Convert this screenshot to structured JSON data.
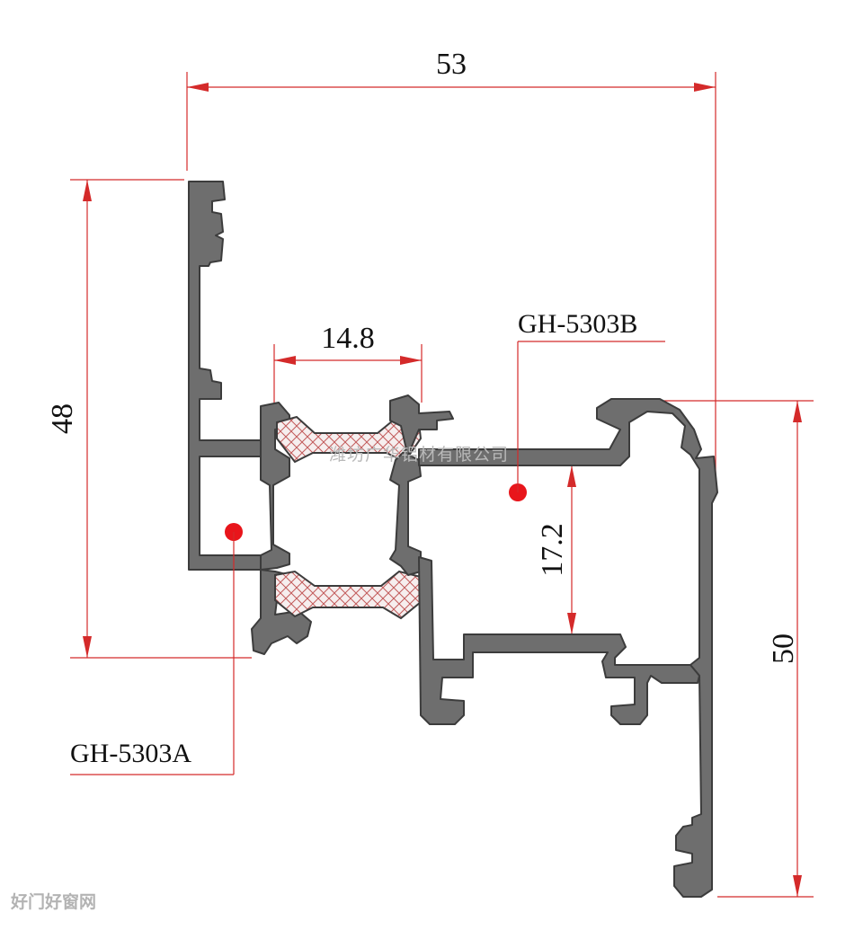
{
  "dimensions": {
    "overall_width": "53",
    "left_height": "48",
    "right_height": "50",
    "thermal_break_width": "14.8",
    "chamber_height": "17.2"
  },
  "parts": {
    "inner_profile_label": "GH-5303A",
    "outer_profile_label": "GH-5303B"
  },
  "watermark": "潍坊广华铝材有限公司",
  "site_mark": "好门好窗网",
  "colors": {
    "dimension_line": "#d42a2a",
    "marker_dot": "#e8151b",
    "aluminum": "#6e6e6e",
    "outline": "#3c3c3c",
    "insulation_hatch": "#c25a5a"
  }
}
